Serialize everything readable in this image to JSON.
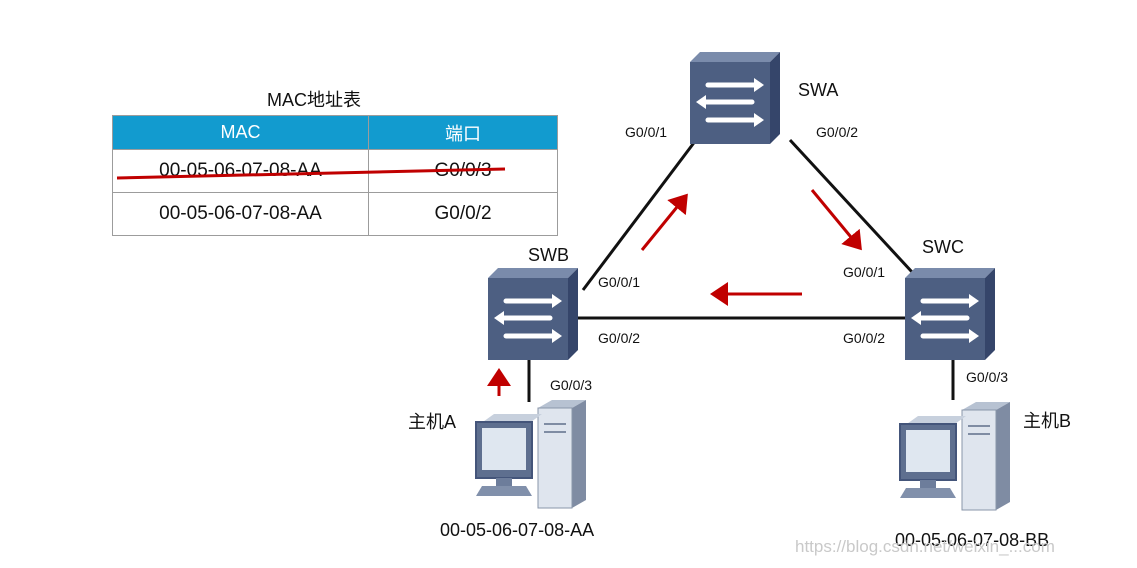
{
  "table": {
    "title": "MAC地址表",
    "headers": [
      "MAC",
      "端口"
    ],
    "rows": [
      {
        "mac": "00-05-06-07-08-AA",
        "port": "G0/0/3",
        "struck": true
      },
      {
        "mac": "00-05-06-07-08-AA",
        "port": "G0/0/2",
        "struck": false
      }
    ]
  },
  "switches": {
    "swa": {
      "name": "SWA",
      "port_left": "G0/0/1",
      "port_right": "G0/0/2"
    },
    "swb": {
      "name": "SWB",
      "port_1": "G0/0/1",
      "port_2": "G0/0/2",
      "port_3": "G0/0/3"
    },
    "swc": {
      "name": "SWC",
      "port_1": "G0/0/1",
      "port_2": "G0/0/2",
      "port_3": "G0/0/3"
    }
  },
  "hosts": {
    "a": {
      "name": "主机A",
      "mac": "00-05-06-07-08-AA"
    },
    "b": {
      "name": "主机B",
      "mac": "00-05-06-07-08-BB"
    }
  },
  "watermark": "https://blog.csdn.net/weixin_...com",
  "colors": {
    "header": "#129bcf",
    "arrow": "#c00000",
    "strike": "#c00000",
    "switch_front": "#4d5f82",
    "switch_top": "#7a8bab",
    "switch_side": "#35456a"
  }
}
